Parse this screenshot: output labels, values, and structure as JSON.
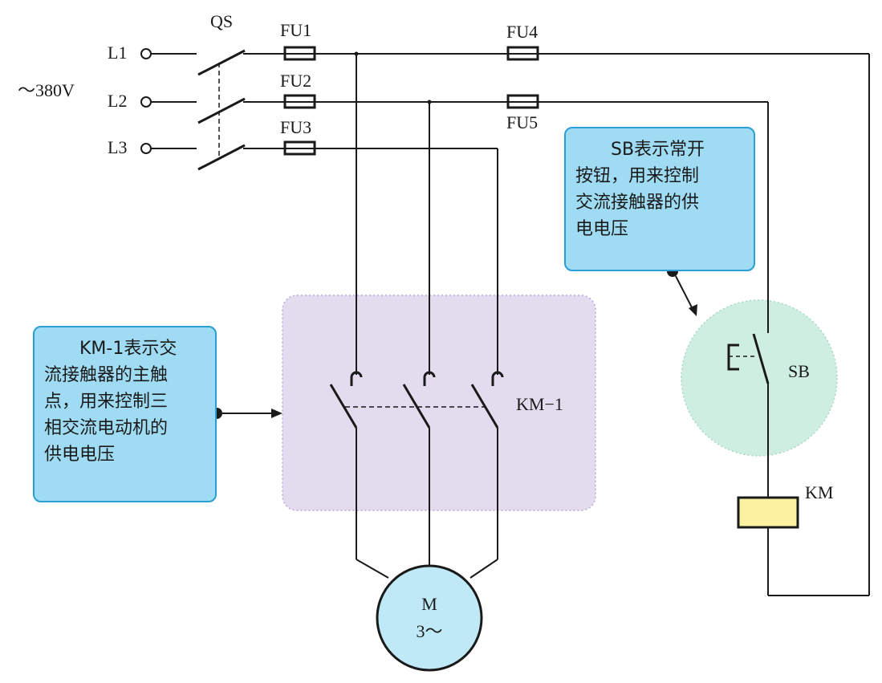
{
  "labels": {
    "qs": "QS",
    "l1": "L1",
    "l2": "L2",
    "l3": "L3",
    "voltage": "～380V",
    "fu1": "FU1",
    "fu2": "FU2",
    "fu3": "FU3",
    "fu4": "FU4",
    "fu5": "FU5",
    "km1": "KM−1",
    "sb": "SB",
    "km": "KM",
    "motor_m": "M",
    "motor_phase": "3～"
  },
  "callouts": {
    "sb_note": "　　SB表示常开\n按钮，用来控制\n交流接触器的供\n电电压",
    "km1_note": "　　KM-1表示交\n流接触器的主触\n点，用来控制三\n相交流电动机的\n供电电压"
  },
  "colors": {
    "wire": "#1a1a1a",
    "callout_fill": "#9fdcf3",
    "callout_border": "#2a9fd3",
    "contact_zone": "#e3dcef",
    "sb_zone": "#cdeee0",
    "coil_fill": "#fbf1a0",
    "motor_fill": "#bfe9f6"
  }
}
